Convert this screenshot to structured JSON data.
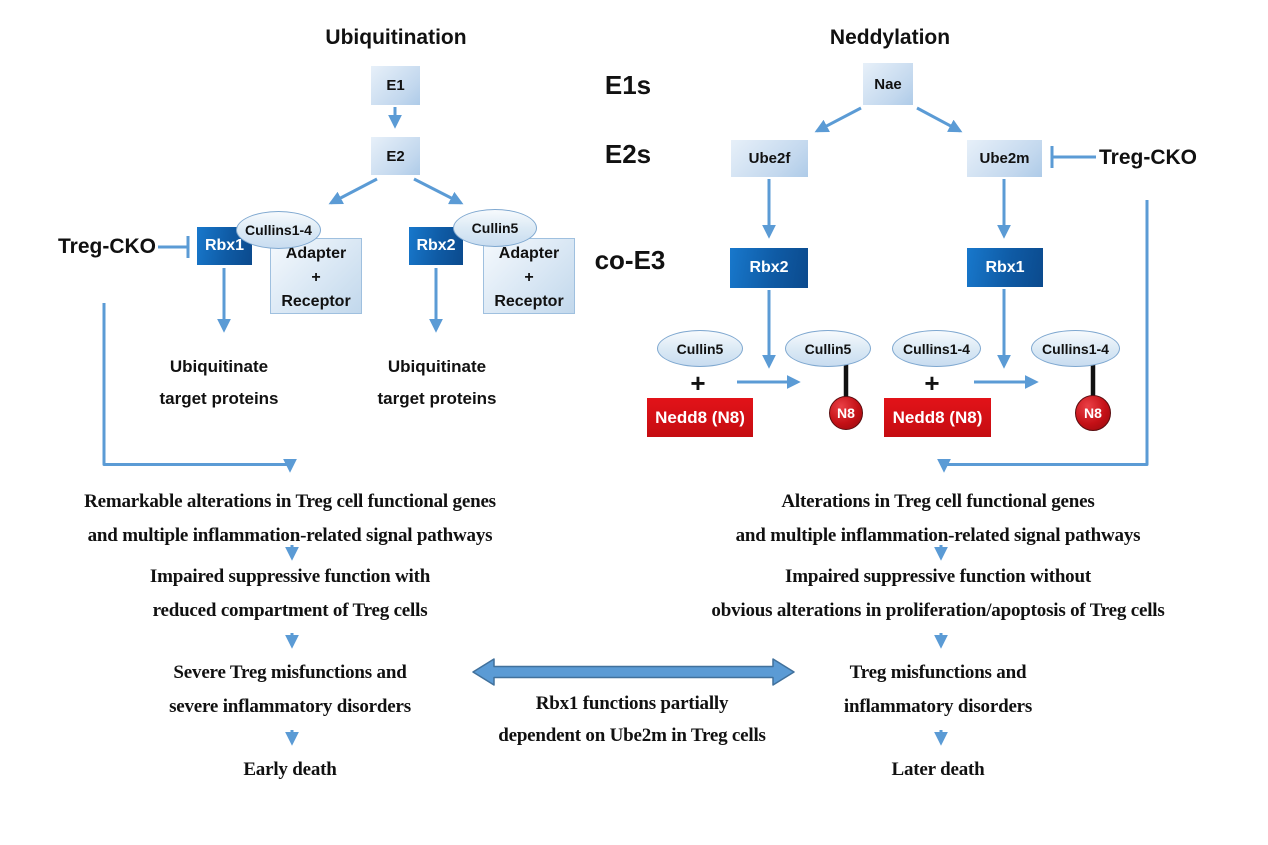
{
  "ubiquitination": {
    "title": "Ubiquitination",
    "e1": "E1",
    "e2": "E2",
    "treg_cko": "Treg-CKO",
    "complex1": {
      "rbx": "Rbx1",
      "cullin": "Cullins1-4",
      "adapter": "Adapter",
      "plus": "+",
      "receptor": "Receptor",
      "outcome1": "Ubiquitinate",
      "outcome2": "target proteins"
    },
    "complex2": {
      "rbx": "Rbx2",
      "cullin": "Cullin5",
      "adapter": "Adapter",
      "plus": "+",
      "receptor": "Receptor",
      "outcome1": "Ubiquitinate",
      "outcome2": "target proteins"
    }
  },
  "stages": {
    "e1s": "E1s",
    "e2s": "E2s",
    "co_e3": "co-E3"
  },
  "neddylation": {
    "title": "Neddylation",
    "nae": "Nae",
    "ube2f": "Ube2f",
    "ube2m": "Ube2m",
    "treg_cko": "Treg-CKO",
    "branch1": {
      "rbx": "Rbx2",
      "substrate": "Cullin5",
      "plus": "+",
      "nedd8": "Nedd8 (N8)",
      "product": "Cullin5",
      "n8": "N8"
    },
    "branch2": {
      "rbx": "Rbx1",
      "substrate": "Cullins1-4",
      "plus": "+",
      "nedd8": "Nedd8 (N8)",
      "product": "Cullins1-4",
      "n8": "N8"
    }
  },
  "left_flow": {
    "step1_line1": "Remarkable alterations in Treg cell functional genes",
    "step1_line2": "and multiple inflammation-related signal pathways",
    "step2_line1": "Impaired suppressive function with",
    "step2_line2": "reduced compartment of Treg cells",
    "step3_line1": "Severe Treg misfunctions and",
    "step3_line2": "severe inflammatory disorders",
    "step4": "Early death"
  },
  "right_flow": {
    "step1_line1": "Alterations in Treg cell functional genes",
    "step1_line2": "and multiple inflammation-related signal pathways",
    "step2_line1": "Impaired suppressive function without",
    "step2_line2": "obvious alterations in proliferation/apoptosis of Treg cells",
    "step3_line1": "Treg misfunctions and",
    "step3_line2": "inflammatory disorders",
    "step4": "Later death"
  },
  "center_note": {
    "line1": "Rbx1 functions partially",
    "line2": "dependent on Ube2m in Treg cells"
  },
  "colors": {
    "arrow_blue": "#5b9bd5",
    "arrow_border_blue": "#41719c",
    "dark_box_blue": "#0b4a8d",
    "light_box_blue": "#c3d8ee",
    "red": "#c50c11",
    "text": "#111111"
  }
}
